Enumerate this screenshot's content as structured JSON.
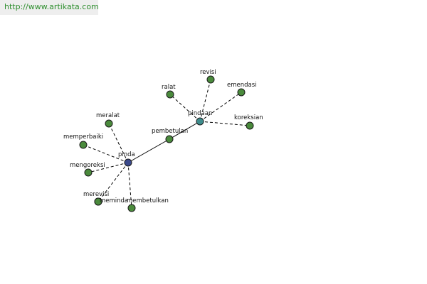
{
  "header": {
    "url": "http://www.artikata.com"
  },
  "colors": {
    "leaf": "#4a8a3c",
    "root": "#3b4a8c",
    "hub": "#3e8c8c",
    "url_text": "#2f8f2f"
  },
  "graph": {
    "nodes": [
      {
        "id": "pinda",
        "label": "pinda",
        "kind": "root"
      },
      {
        "id": "pindaan",
        "label": "pindaan",
        "kind": "hub"
      },
      {
        "id": "pembetulan",
        "label": "pembetulan",
        "kind": "leaf"
      },
      {
        "id": "meralat",
        "label": "meralat",
        "kind": "leaf"
      },
      {
        "id": "memperbaiki",
        "label": "memperbaiki",
        "kind": "leaf"
      },
      {
        "id": "mengoreksi",
        "label": "mengoreksi",
        "kind": "leaf"
      },
      {
        "id": "merevisi",
        "label": "merevisi",
        "kind": "leaf"
      },
      {
        "id": "meminda",
        "label": "meminda",
        "kind": "leaf"
      },
      {
        "id": "membetulkan",
        "label": "membetulkan",
        "kind": "leaf"
      },
      {
        "id": "ralat",
        "label": "ralat",
        "kind": "leaf"
      },
      {
        "id": "revisi",
        "label": "revisi",
        "kind": "leaf"
      },
      {
        "id": "emendasi",
        "label": "emendasi",
        "kind": "leaf"
      },
      {
        "id": "koreksian",
        "label": "koreksian",
        "kind": "leaf"
      }
    ],
    "edges": [
      {
        "from": "pinda",
        "to": "pembetulan",
        "style": "solid"
      },
      {
        "from": "pembetulan",
        "to": "pindaan",
        "style": "solid"
      },
      {
        "from": "pinda",
        "to": "meralat",
        "style": "dashed"
      },
      {
        "from": "pinda",
        "to": "memperbaiki",
        "style": "dashed"
      },
      {
        "from": "pinda",
        "to": "mengoreksi",
        "style": "dashed"
      },
      {
        "from": "pinda",
        "to": "merevisi",
        "style": "dashed"
      },
      {
        "from": "pinda",
        "to": "membetulkan",
        "style": "dashed"
      },
      {
        "from": "pindaan",
        "to": "ralat",
        "style": "dashed"
      },
      {
        "from": "pindaan",
        "to": "revisi",
        "style": "dashed"
      },
      {
        "from": "pindaan",
        "to": "emendasi",
        "style": "dashed"
      },
      {
        "from": "pindaan",
        "to": "koreksian",
        "style": "dashed"
      }
    ]
  }
}
